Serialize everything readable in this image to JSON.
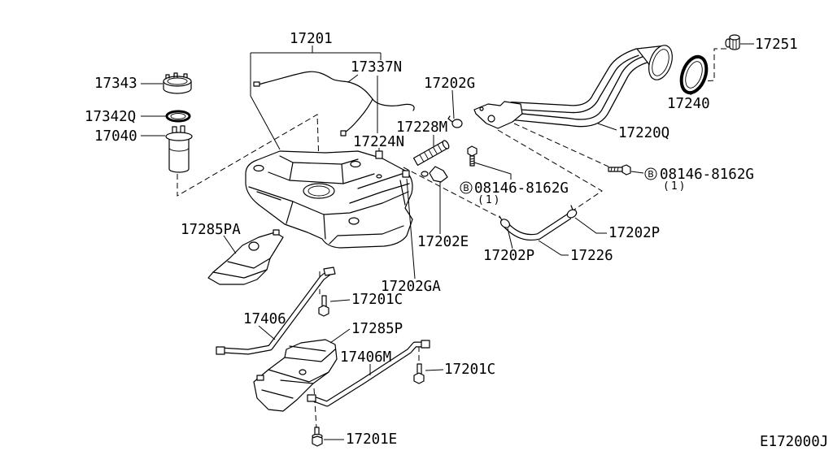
{
  "figure_id": "E172000J",
  "callouts": {
    "tank": "17201",
    "harness": "17337N",
    "lock_ring": "17343",
    "o_ring": "17342Q",
    "pump": "17040",
    "clamp_g": "17202G",
    "hose_228m": "17228M",
    "part_224n": "17224N",
    "filler_cap": "17251",
    "filler_gasket": "17240",
    "filler_tube": "17220Q",
    "heat_shield_pa": "17285PA",
    "clamp_e": "17202E",
    "clamp_p_right": "17202P",
    "clamp_p_left": "17202P",
    "hose_226": "17226",
    "clamp_ga": "17202GA",
    "bolt_c_upper": "17201C",
    "strap": "17406",
    "heat_shield_p": "17285P",
    "strap_m": "17406M",
    "bolt_c_lower": "17201C",
    "bolt_e": "17201E"
  },
  "bolt_refs": [
    {
      "symbol": "B",
      "part_no": "08146-8162G",
      "qty": "(1)"
    },
    {
      "symbol": "B",
      "part_no": "08146-8162G",
      "qty": "(1)"
    }
  ]
}
